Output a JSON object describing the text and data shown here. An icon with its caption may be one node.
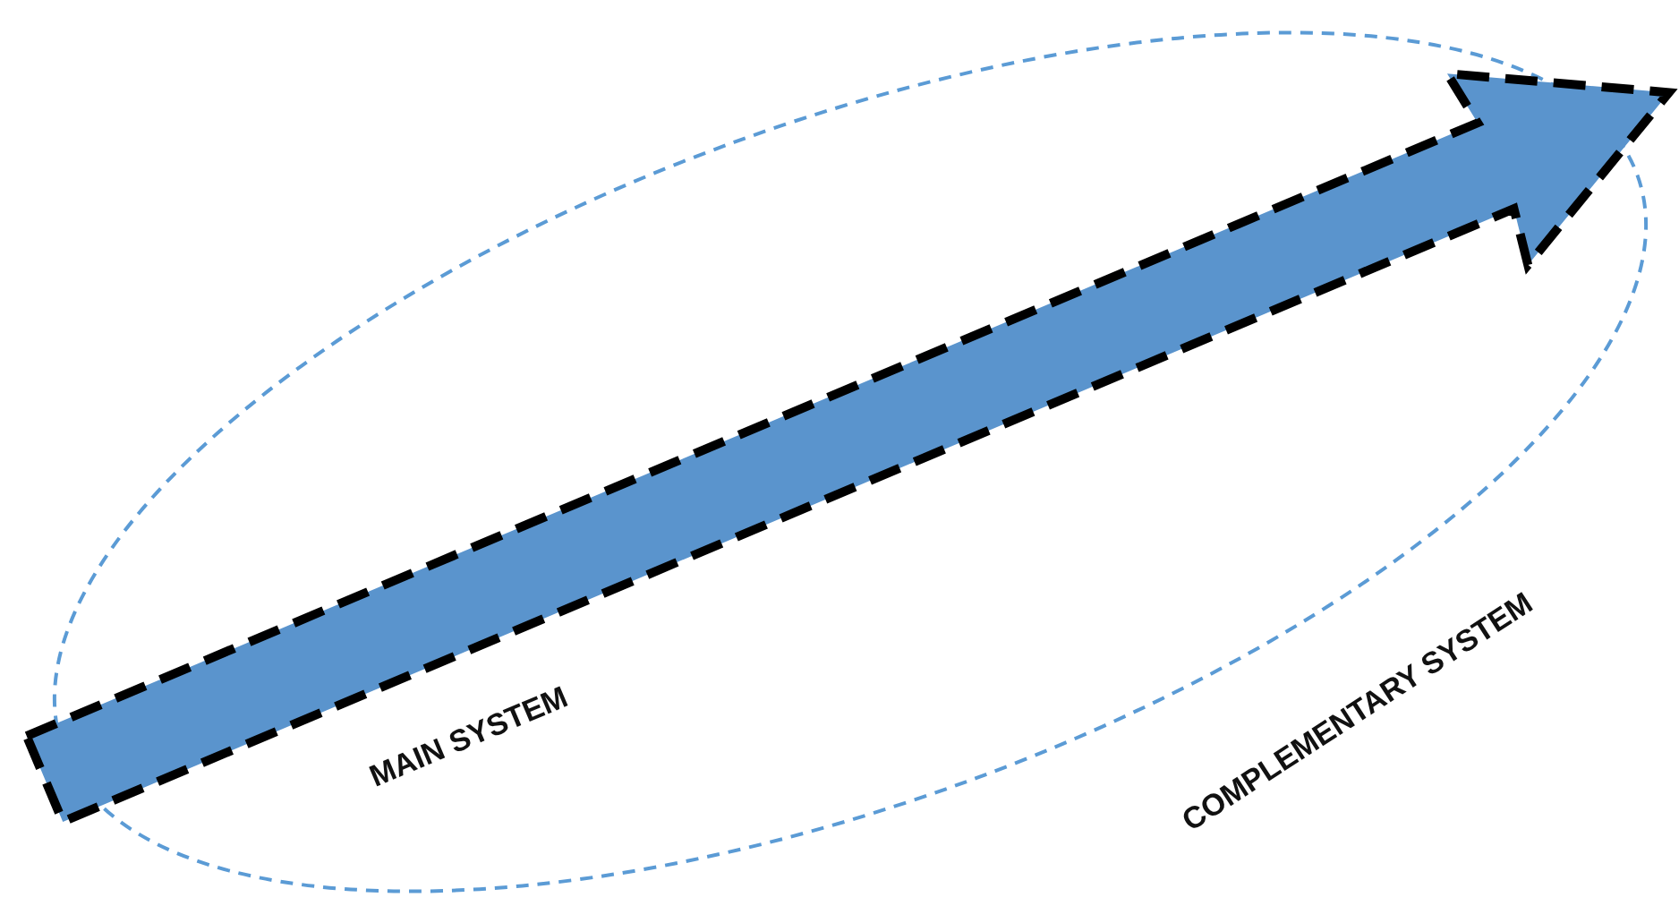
{
  "diagram": {
    "nodes": [
      {
        "text": [
          "COMPLEMENTARY SYSTEM"
        ]
      },
      {
        "text": [
          "MAIN SYSTEM"
        ],
        "in": 0
      }
    ],
    "edges": []
  }
}
